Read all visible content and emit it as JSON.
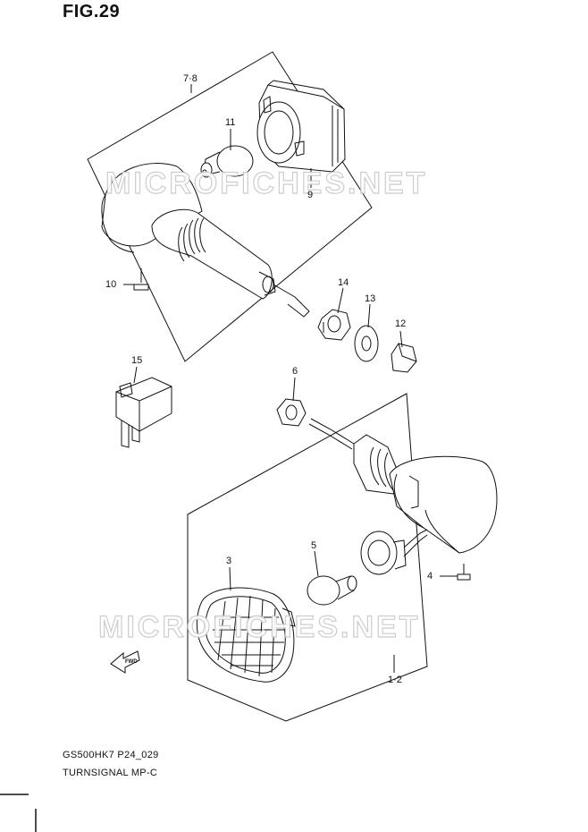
{
  "figure": {
    "title": "FIG.29",
    "model_code": "GS500HK7 P24_029",
    "caption": "TURNSIGNAL MP-C"
  },
  "watermarks": [
    {
      "text": "MICROFICHES.NET"
    },
    {
      "text": "MICROFICHES.NET"
    }
  ],
  "direction_marker": {
    "label": "FWD"
  },
  "callouts": [
    {
      "id": "c78",
      "text": "7·8"
    },
    {
      "id": "c11",
      "text": "11"
    },
    {
      "id": "c9",
      "text": "9"
    },
    {
      "id": "c10",
      "text": "10"
    },
    {
      "id": "c14",
      "text": "14"
    },
    {
      "id": "c13",
      "text": "13"
    },
    {
      "id": "c12",
      "text": "12"
    },
    {
      "id": "c15",
      "text": "15"
    },
    {
      "id": "c6",
      "text": "6"
    },
    {
      "id": "c3",
      "text": "3"
    },
    {
      "id": "c5",
      "text": "5"
    },
    {
      "id": "c4",
      "text": "4"
    },
    {
      "id": "c12b",
      "text": "1·2"
    }
  ]
}
